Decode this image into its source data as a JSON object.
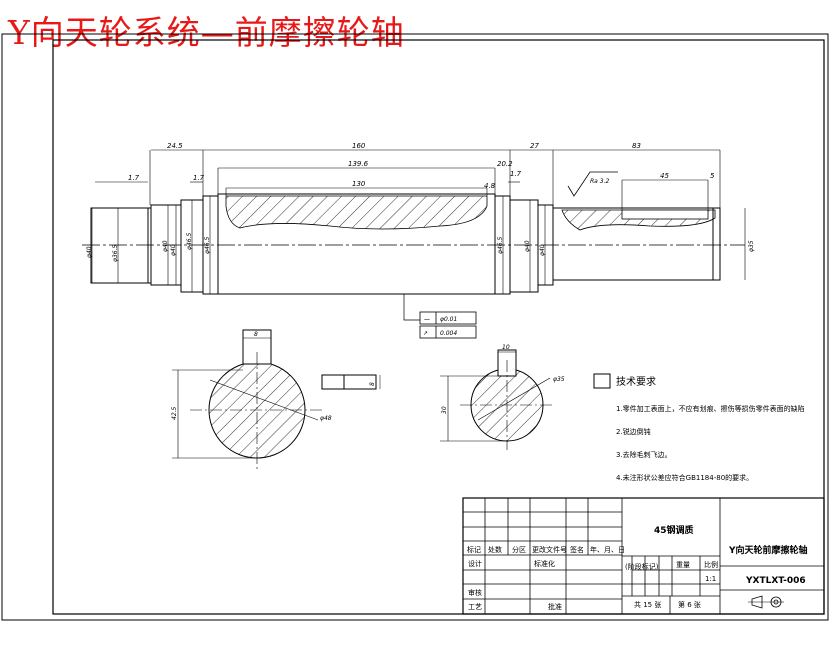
{
  "title": "Y向天轮系统—前摩擦轮轴",
  "dims": {
    "d24_5": "24.5",
    "d160": "160",
    "d139_6": "139.6",
    "d130": "130",
    "d20_2": "20.2",
    "d4_8": "4.8",
    "d27": "27",
    "d1_7a": "1.7",
    "d1_7b": "1.7",
    "d1_7c": "1.7",
    "d83": "83",
    "d45": "45",
    "d5": "5",
    "ra": "Ra 3.2",
    "phi40": "φ40",
    "phi36_5": "φ36.5",
    "phi40_a": "φ40",
    "phi40_b": "φ40",
    "phi46_5a": "φ46.5",
    "phi46_5b": "φ46.5",
    "phi40_c": "φ40",
    "phi35": "φ35",
    "sec1_w": "8",
    "sec1_h": "42.5",
    "sec1_d": "φ48",
    "sec2_w": "10",
    "sec2_h": "30",
    "sec2_d": "φ35",
    "key_w": "8",
    "tol_sym1": "—",
    "tol_val1": "φ0.01",
    "tol_sym2": "↗",
    "tol_val2": "0.004"
  },
  "tech": {
    "heading": "技术要求",
    "items": [
      "1.零件加工表面上，不应有划痕、擦伤等损伤零件表面的缺陷",
      "2.锐边倒钝",
      "3.去除毛刺飞边。",
      "4.未注形状公差应符合GB1184-80的要求。"
    ]
  },
  "titleblock": {
    "material": "45钢调质",
    "part_name": "Y向天轮前摩擦轮轴",
    "drawing_no": "YXTLXT-006",
    "headers": [
      "标记",
      "处数",
      "分区",
      "更改文件号",
      "签名",
      "年、月、日"
    ],
    "design": "设计",
    "standardize": "标准化",
    "stage_mark": "(阶段标记)",
    "weight": "重量",
    "scale_label": "比例",
    "scale_value": "1:1",
    "check": "审核",
    "process": "工艺",
    "approve": "批准",
    "total": "共 15 张",
    "sheet": "第 6 张"
  }
}
